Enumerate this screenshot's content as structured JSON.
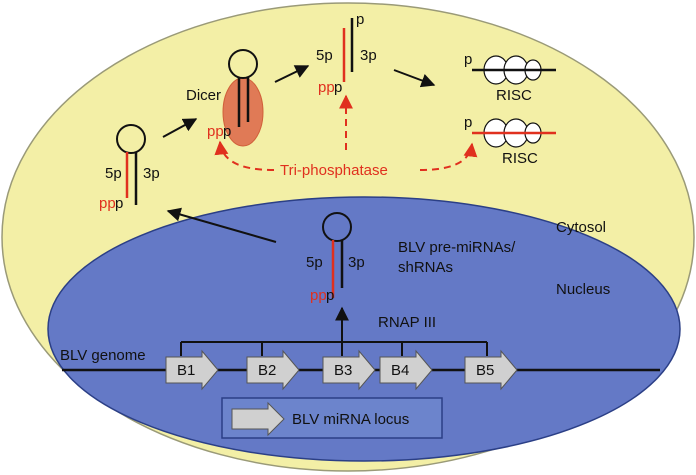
{
  "regions": {
    "cytosol": "Cytosol",
    "nucleus": "Nucleus"
  },
  "labels": {
    "dicer": "Dicer",
    "risc_top": "RISC",
    "risc_bottom": "RISC",
    "tri_phosphatase": "Tri-phosphatase",
    "pre_mirna_line1": "BLV pre-miRNAs/",
    "pre_mirna_line2": "shRNAs",
    "rnap": "RNAP III",
    "genome": "BLV genome",
    "legend": "BLV miRNA locus"
  },
  "strand_labels": {
    "five_p": "5p",
    "three_p": "3p",
    "pp": "pp",
    "p": "p"
  },
  "genes": [
    "B1",
    "B2",
    "B3",
    "B4",
    "B5"
  ],
  "colors": {
    "cytosol_fill": "#f3efa6",
    "nucleus_fill": "#6479c6",
    "red_strand": "#e0301e",
    "dicer_fill": "#e07a56",
    "gene_fill": "#d0d0d0",
    "legend_fill": "#6c84cc"
  }
}
